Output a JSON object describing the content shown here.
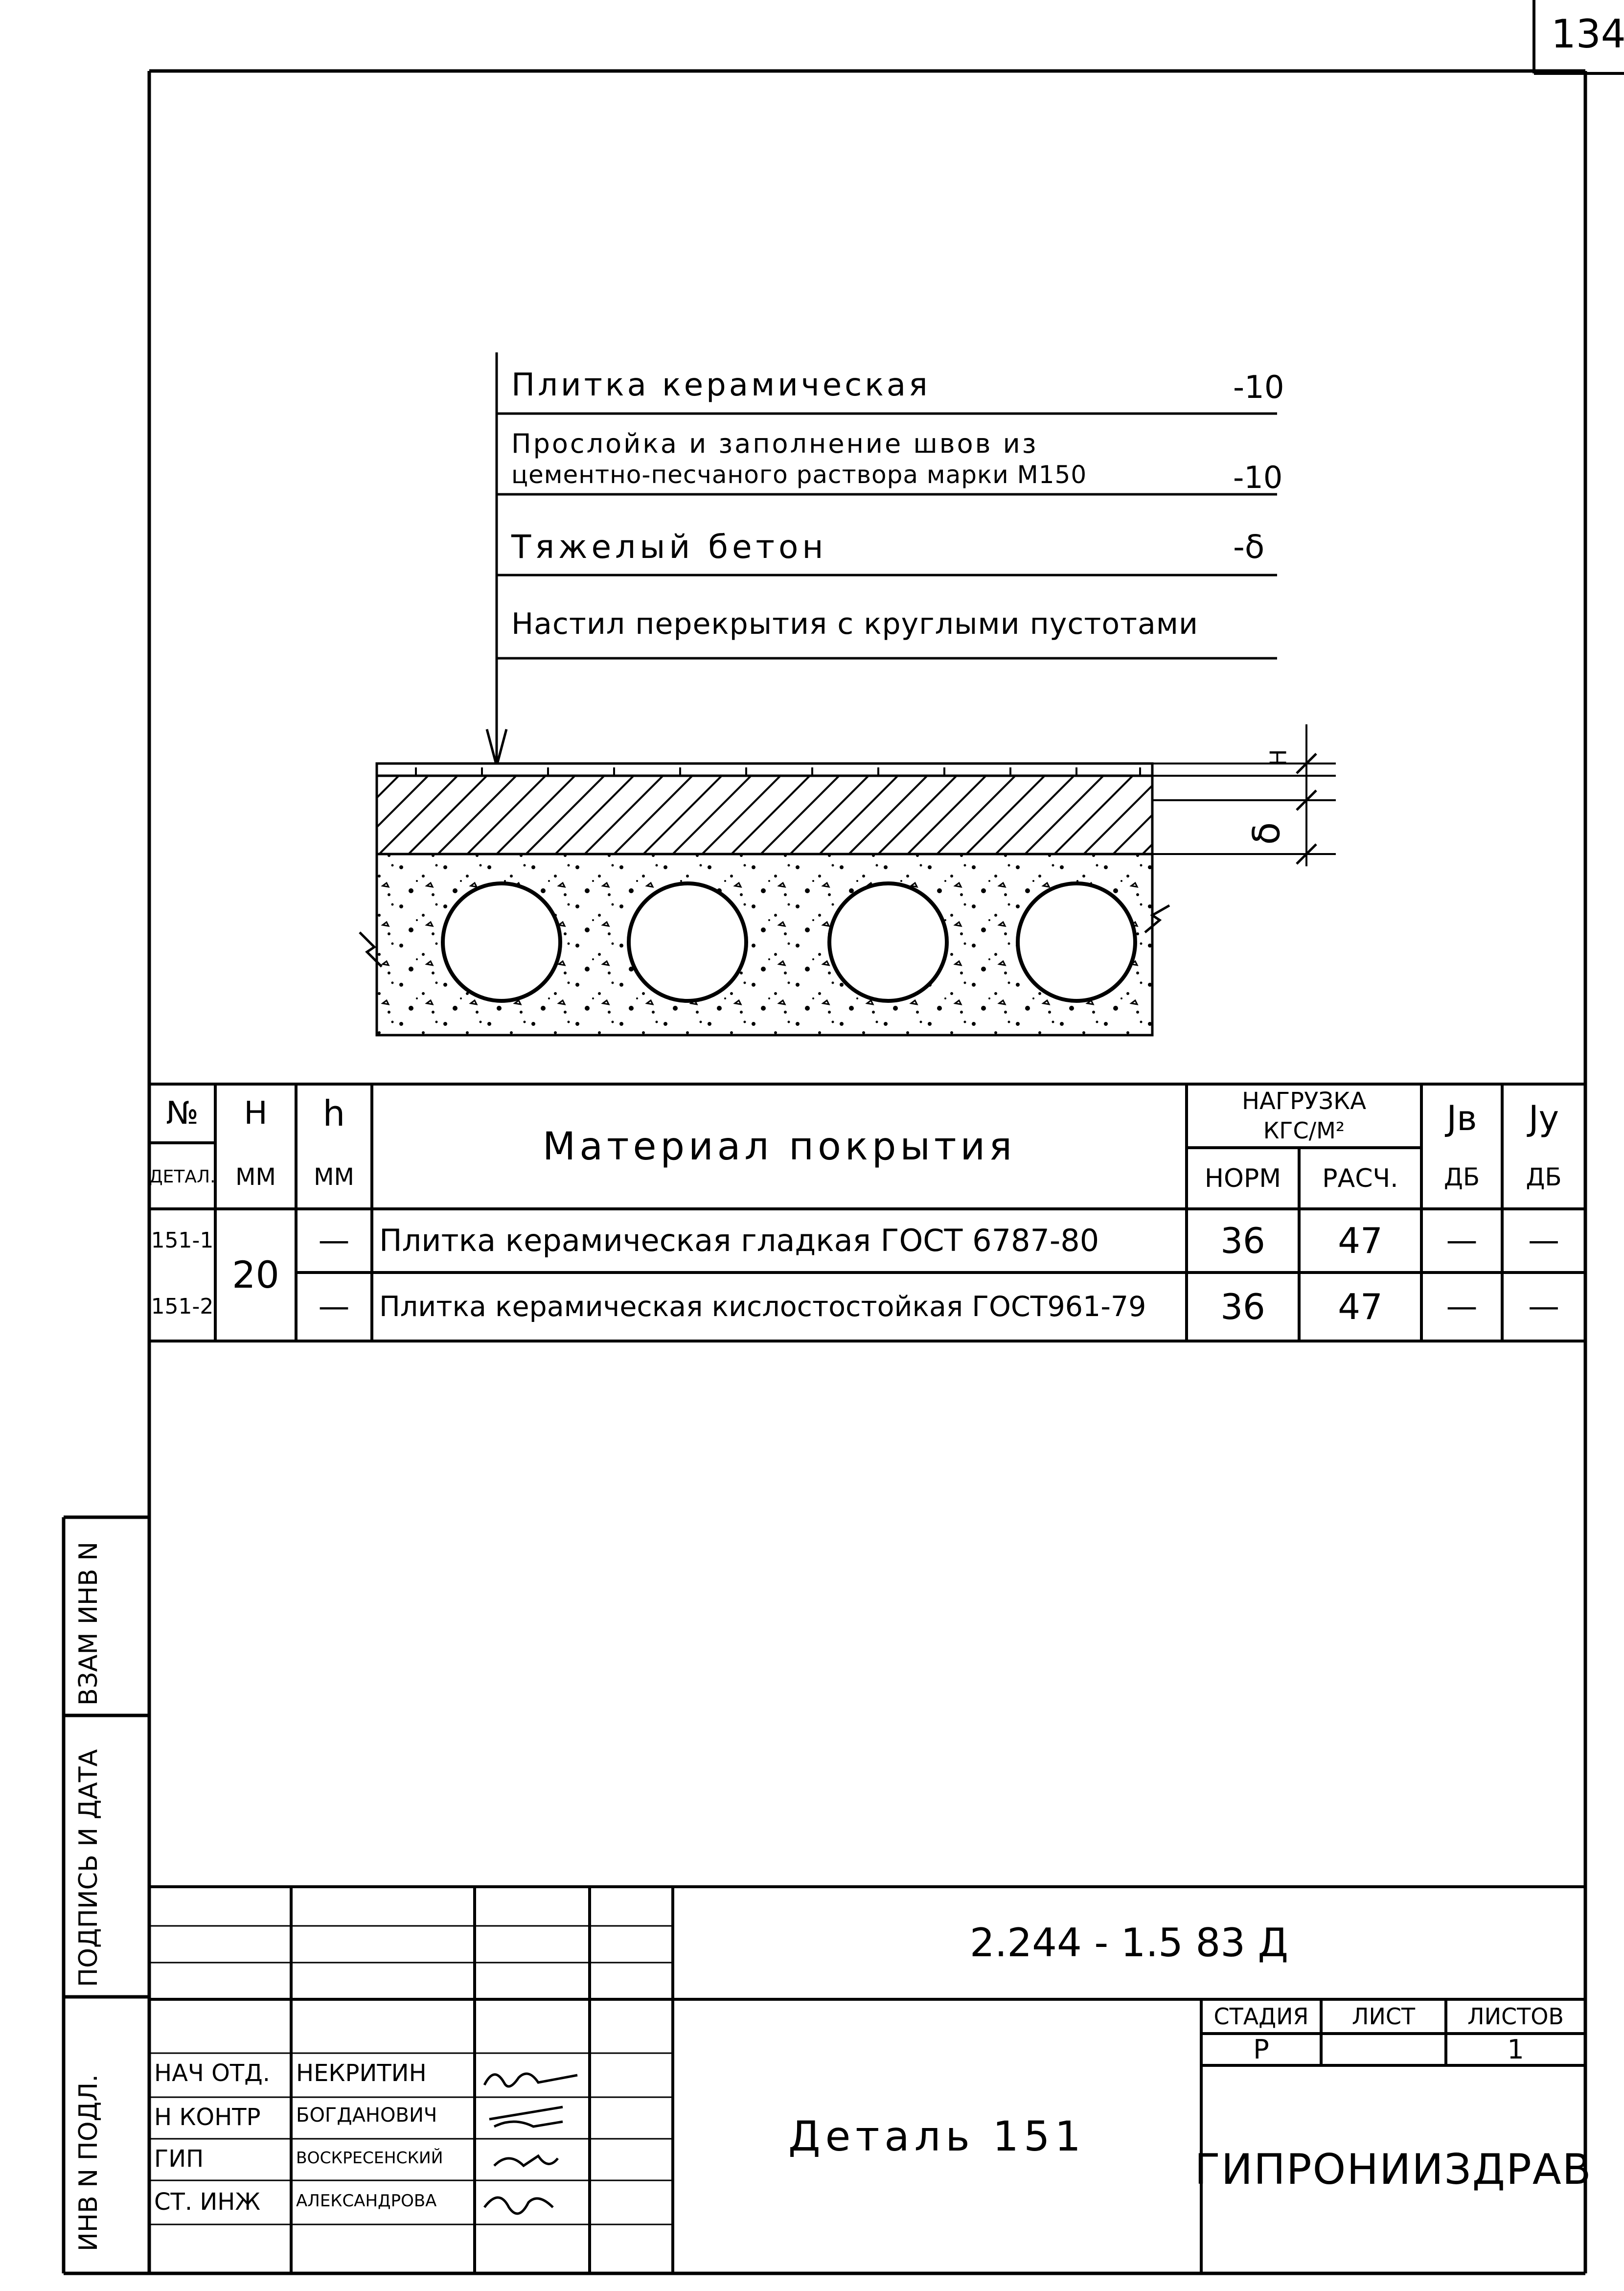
{
  "page_number": "134",
  "layers": [
    {
      "name": "Плитка керамическая",
      "thickness": "-10"
    },
    {
      "name_line1": "Прослойка и заполнение швов из",
      "name_line2": "цементно-песчаного раствора марки М150",
      "thickness": "-10"
    },
    {
      "name": "Тяжелый бетон",
      "thickness": "-δ"
    },
    {
      "name": "Настил перекрытия с круглыми пустотами",
      "thickness": ""
    }
  ],
  "dim_labels": {
    "h": "H",
    "delta": "δ"
  },
  "table": {
    "headers": {
      "no": "№",
      "no_sub": "ДЕТАЛ.",
      "H": "H",
      "H_sub": "ММ",
      "h": "h",
      "h_sub": "ММ",
      "material": "Материал покрытия",
      "load": "НАГРУЗКА",
      "load_unit": "КГС/М²",
      "norm": "НОРМ",
      "calc": "РАСЧ.",
      "jb": "Jв",
      "jb_sub": "ДБ",
      "jy": "Jу",
      "jy_sub": "ДБ"
    },
    "H_shared": "20",
    "rows": [
      {
        "no": "151-1",
        "h": "—",
        "material": "Плитка керамическая гладкая ГОСТ 6787-80",
        "norm": "36",
        "calc": "47",
        "jb": "—",
        "jy": "—"
      },
      {
        "no": "151-2",
        "h": "—",
        "material": "Плитка керамическая кислостостойкая ГОСТ961-79",
        "norm": "36",
        "calc": "47",
        "jb": "—",
        "jy": "—"
      }
    ]
  },
  "side_stamp": [
    "ИНВ N ПОДЛ.",
    "ПОДПИСЬ И ДАТА",
    "ВЗАМ ИНВ N"
  ],
  "title_block": {
    "doc_code": "2.244 - 1.5 83 Д",
    "title": "Деталь 151",
    "stage_label": "СТАДИЯ",
    "sheet_label": "ЛИСТ",
    "sheets_label": "ЛИСТОВ",
    "stage": "Р",
    "sheet": "",
    "sheets": "1",
    "org": "ГИПРОНИИЗДРАВ",
    "people": [
      {
        "role": "НАЧ ОТД.",
        "name": "НЕКРИТИН"
      },
      {
        "role": "Н КОНТР",
        "name": "БОГДАНОВИЧ"
      },
      {
        "role": "ГИП",
        "name": "ВОСКРЕСЕНСКИЙ"
      },
      {
        "role": "СТ. ИНЖ",
        "name": "АЛЕКСАНДРОВА"
      }
    ]
  }
}
